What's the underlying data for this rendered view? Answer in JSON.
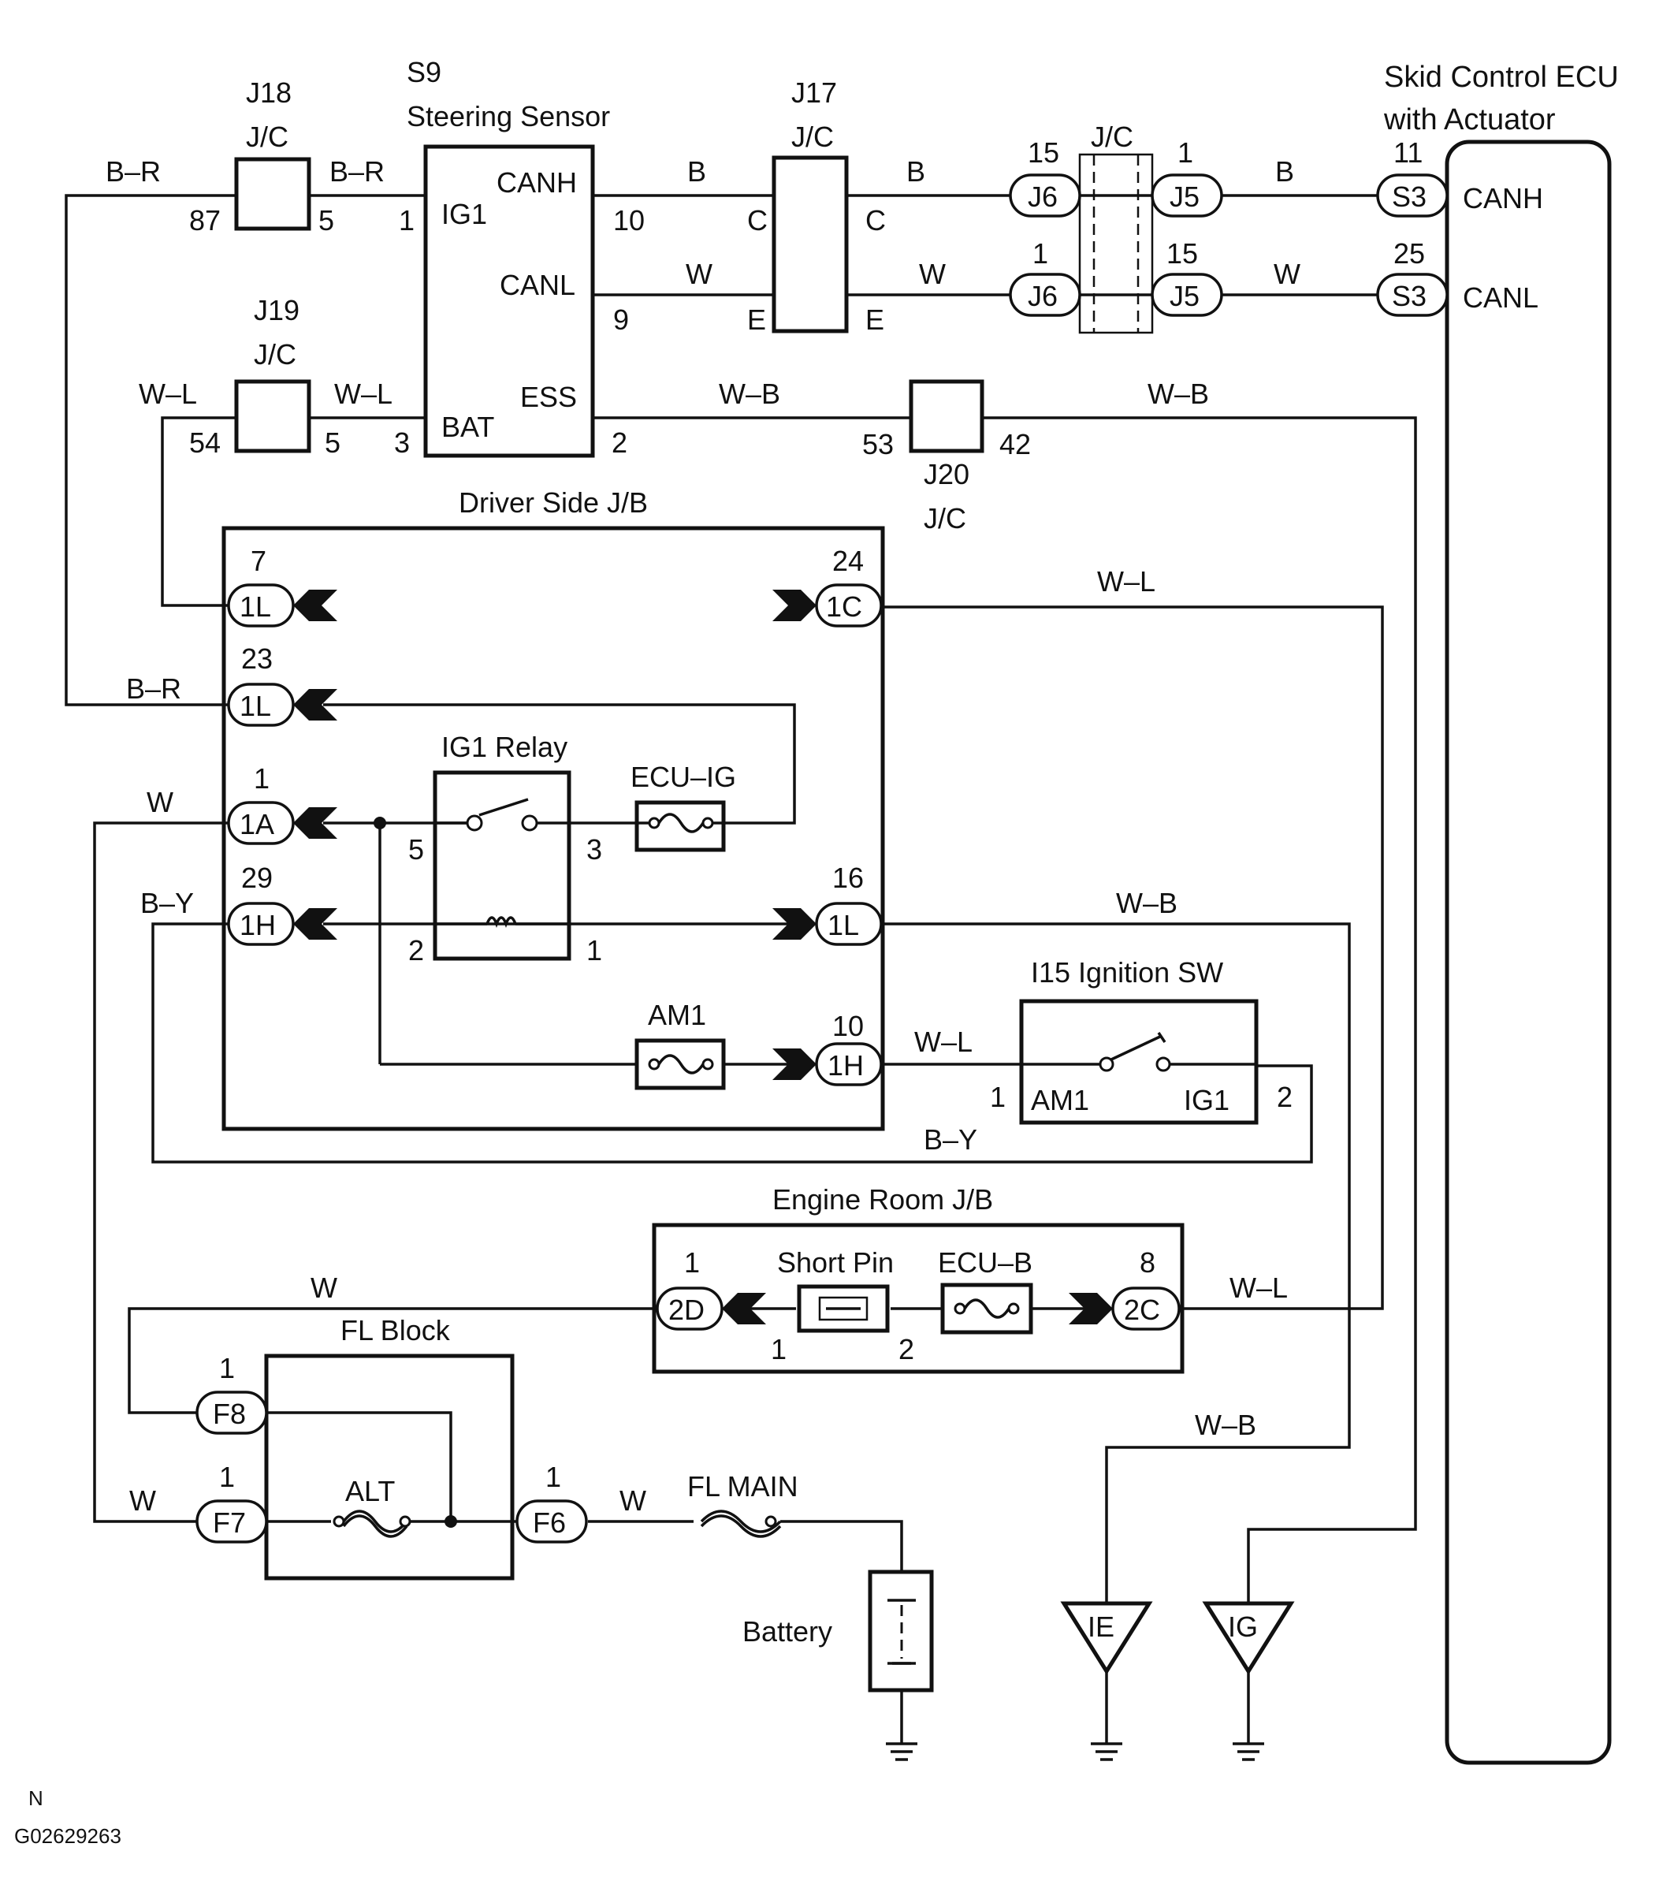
{
  "components": {
    "j18": {
      "id": "J18",
      "type": "J/C",
      "pin_left": "87",
      "pin_right": "5"
    },
    "j19": {
      "id": "J19",
      "type": "J/C",
      "pin_left": "54",
      "pin_right": "5"
    },
    "j17": {
      "id": "J17",
      "type": "J/C",
      "pin_top_left": "C",
      "pin_top_right": "C",
      "pin_bot_left": "E",
      "pin_bot_right": "E"
    },
    "j20": {
      "id": "J20",
      "type": "J/C",
      "pin_left": "53",
      "pin_right": "42"
    },
    "steering": {
      "id": "S9",
      "name": "Steering Sensor",
      "ig1": "IG1",
      "canh": "CANH",
      "canl": "CANL",
      "bat": "BAT",
      "ess": "ESS",
      "pin_ig1": "1",
      "pin_canh": "10",
      "pin_canl": "9",
      "pin_bat": "3",
      "pin_ess": "2"
    },
    "jc_mid": {
      "label": "J/C",
      "j6": "J6",
      "j5": "J5",
      "pin_j6_top": "15",
      "pin_j5_top": "1",
      "pin_j6_bot": "1",
      "pin_j5_bot": "15"
    },
    "ecu": {
      "line1": "Skid Control ECU",
      "line2": "with Actuator",
      "canh": "CANH",
      "canl": "CANL",
      "conn": "S3",
      "pin_canh": "11",
      "pin_canl": "25"
    },
    "driver_jb": {
      "title": "Driver Side J/B",
      "c1l_7": "1L",
      "p7": "7",
      "c1c": "1C",
      "p24": "24",
      "c1l_23": "1L",
      "p23": "23",
      "c1a": "1A",
      "p1": "1",
      "c1h_29": "1H",
      "p29": "29",
      "c1l_16": "1L",
      "p16": "16",
      "c1h_10": "1H",
      "p10": "10"
    },
    "ig1_relay": {
      "title": "IG1 Relay",
      "p5": "5",
      "p3": "3",
      "p2": "2",
      "p1": "1"
    },
    "ecu_ig": {
      "label": "ECU–IG"
    },
    "am1": {
      "label": "AM1"
    },
    "ign_sw": {
      "title": "I15 Ignition SW",
      "am1": "AM1",
      "ig1": "IG1",
      "p1": "1",
      "p2": "2"
    },
    "engine_jb": {
      "title": "Engine Room J/B",
      "c2d": "2D",
      "p2d": "1",
      "short_pin": "Short Pin",
      "sp1": "1",
      "sp2": "2",
      "ecu_b": "ECU–B",
      "c2c": "2C",
      "p2c": "8"
    },
    "fl_block": {
      "title": "FL Block",
      "f8": "F8",
      "pf8": "1",
      "f7": "F7",
      "pf7": "1",
      "f6": "F6",
      "pf6": "1",
      "alt": "ALT"
    },
    "fl_main": {
      "label": "FL MAIN"
    },
    "battery": {
      "label": "Battery"
    },
    "grounds": {
      "ie": "IE",
      "ig": "IG"
    }
  },
  "wires": {
    "br": "B–R",
    "wl": "W–L",
    "b": "B",
    "w": "W",
    "wb": "W–B",
    "by": "B–Y"
  },
  "footer": {
    "letter": "N",
    "code": "G02629263"
  }
}
